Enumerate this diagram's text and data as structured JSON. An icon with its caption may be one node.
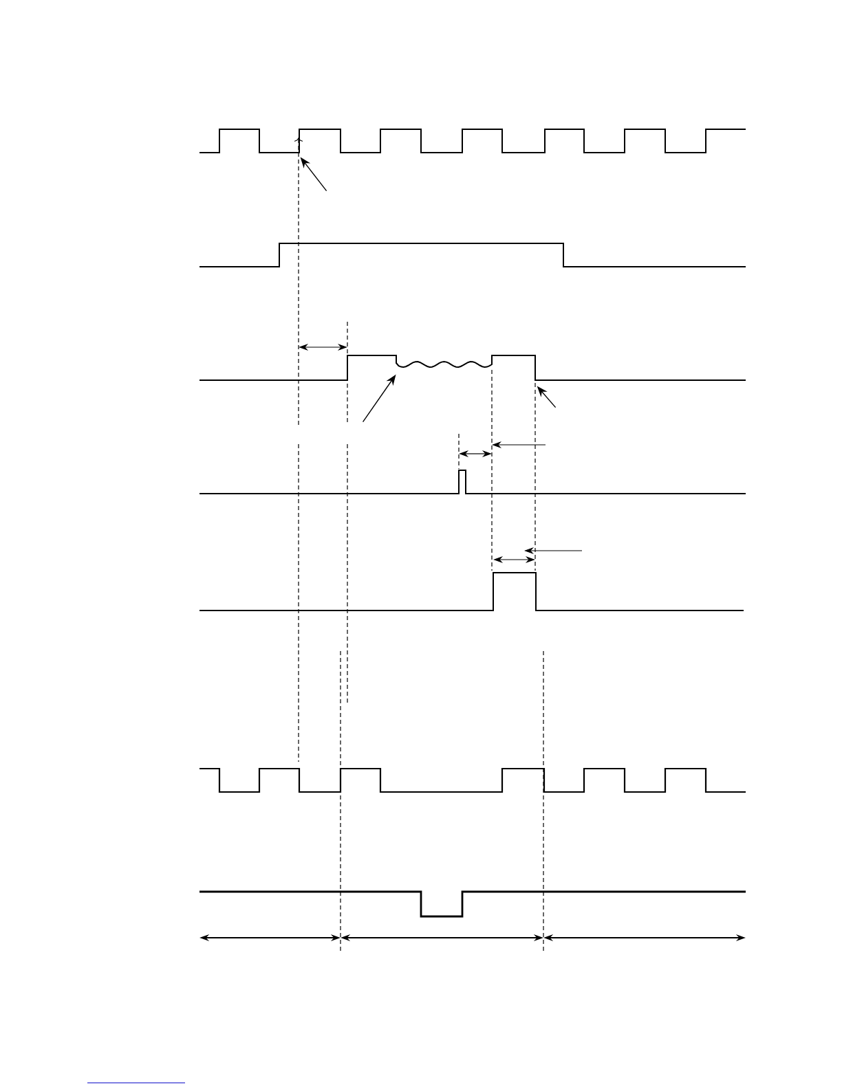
{
  "diagram": {
    "nodes": [
      {
        "text": [],
        "shape": "waveform"
      },
      {
        "text": [],
        "shape": "waveform"
      },
      {
        "text": [],
        "shape": "waveform"
      },
      {
        "text": [],
        "shape": "waveform"
      },
      {
        "text": [],
        "shape": "waveform"
      },
      {
        "text": [],
        "shape": "waveform"
      },
      {
        "text": [],
        "shape": "waveform"
      }
    ],
    "edges": [
      {
        "from": null,
        "to": 0,
        "arrow": "to"
      },
      {
        "from": null,
        "to": 2,
        "arrow": "to"
      },
      {
        "from": null,
        "to": 2,
        "arrow": "to"
      }
    ]
  }
}
